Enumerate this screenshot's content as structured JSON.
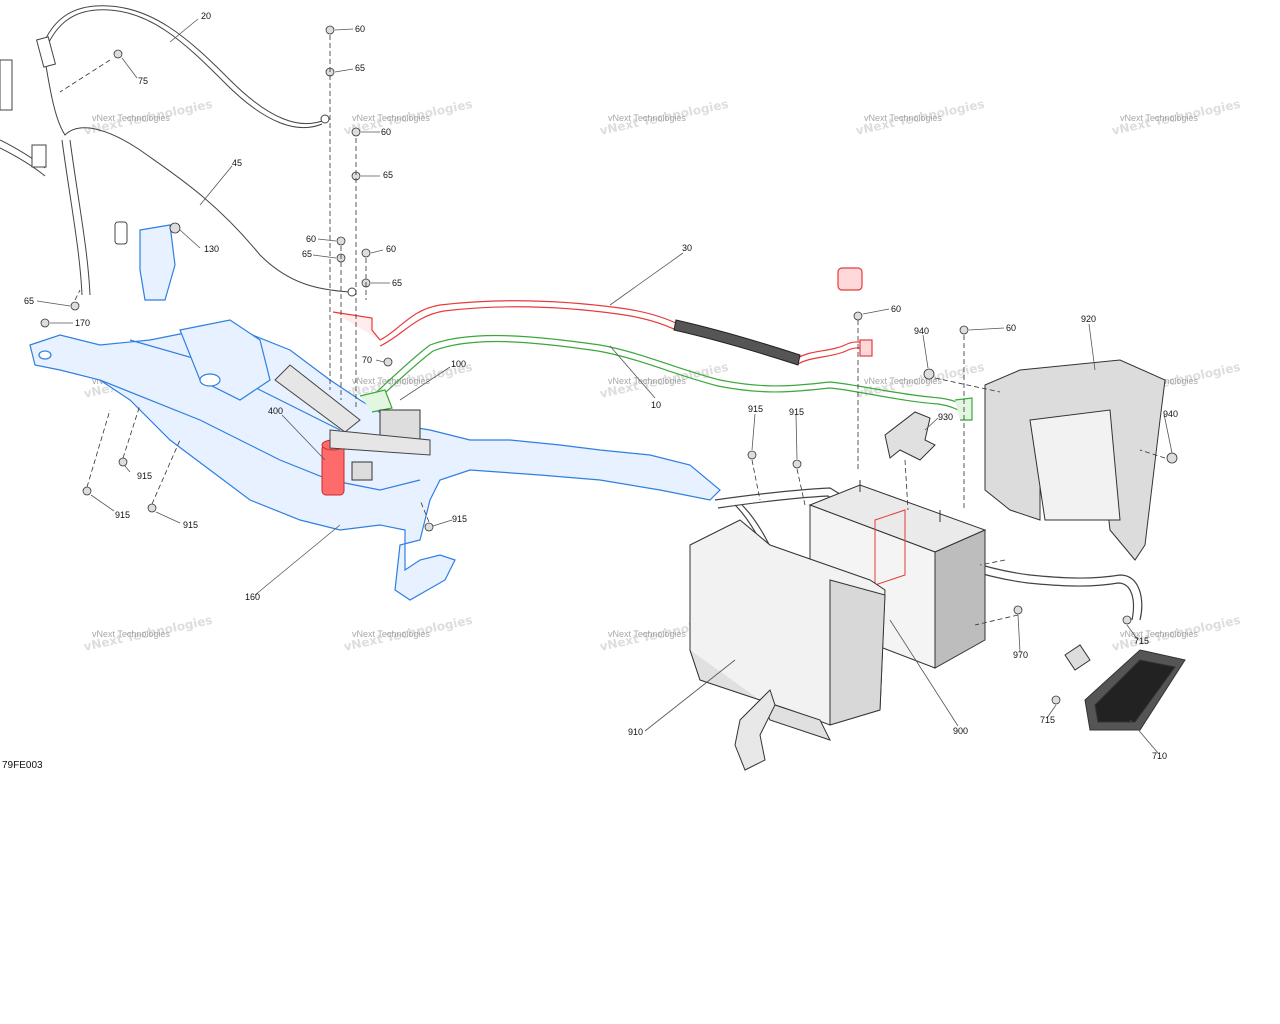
{
  "diagram_code": "79FE003",
  "watermark": "vNext Technologies",
  "callouts": [
    "20",
    "75",
    "60",
    "65",
    "60",
    "65",
    "45",
    "130",
    "60",
    "65",
    "60",
    "65",
    "65",
    "170",
    "30",
    "60",
    "940",
    "60",
    "920",
    "70",
    "100",
    "10",
    "400",
    "915",
    "915",
    "915",
    "915",
    "915",
    "915",
    "930",
    "940",
    "160",
    "970",
    "715",
    "715",
    "910",
    "900",
    "710"
  ],
  "colors": {
    "frame": "#2f7fe0",
    "positive_cable": "#e83a3a",
    "negative_cable": "#3aa83a",
    "line": "#333333",
    "leader": "#555555"
  }
}
